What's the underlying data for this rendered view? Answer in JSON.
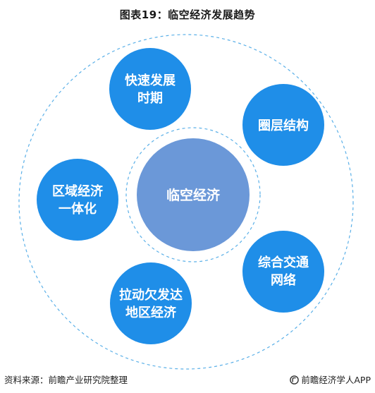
{
  "title": "图表19：临空经济发展趋势",
  "center_node": "临空经济",
  "outer_nodes": [
    {
      "line1": "快速发展",
      "line2": "时期"
    },
    {
      "line1": "圈层结构",
      "line2": ""
    },
    {
      "line1": "综合交通",
      "line2": "网络"
    },
    {
      "line1": "拉动欠发达",
      "line2": "地区经济"
    },
    {
      "line1": "区域经济",
      "line2": "一体化"
    }
  ],
  "footer": {
    "source": "资料来源：前瞻产业研究院整理",
    "brand": "前瞻经济学人APP"
  },
  "colors": {
    "outer_node": "#1f8ee8",
    "center_node": "#6b98d8",
    "dashed_ring": "#5bb0e8"
  }
}
